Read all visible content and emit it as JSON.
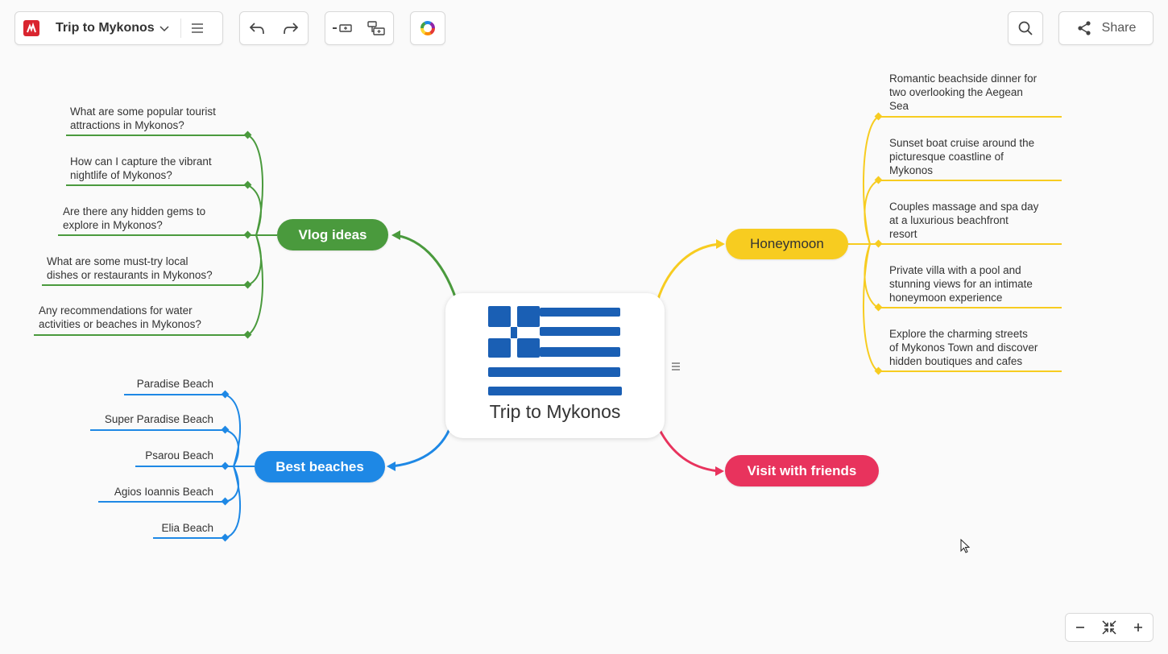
{
  "toolbar": {
    "document_title": "Trip to Mykonos",
    "share_label": "Share"
  },
  "colors": {
    "green": "#4a9a3d",
    "blue": "#1e88e5",
    "yellow": "#f7cc20",
    "red": "#e8335d",
    "flag_blue": "#1a5fb4"
  },
  "mindmap": {
    "central": {
      "title": "Trip to Mykonos",
      "image": "greek-flag"
    },
    "branches": {
      "vlog": {
        "label": "Vlog ideas",
        "items": [
          [
            "What are some popular tourist",
            "attractions in Mykonos?"
          ],
          [
            "How can I capture the vibrant",
            "nightlife of Mykonos?"
          ],
          [
            "Are there any hidden gems to",
            "explore in Mykonos?"
          ],
          [
            "What are some must-try local",
            "dishes or restaurants in Mykonos?"
          ],
          [
            "Any recommendations for water",
            "activities or beaches in Mykonos?"
          ]
        ]
      },
      "beaches": {
        "label": "Best beaches",
        "items": [
          "Paradise Beach",
          "Super Paradise Beach",
          "Psarou Beach",
          "Agios Ioannis Beach",
          "Elia Beach"
        ]
      },
      "honeymoon": {
        "label": "Honeymoon",
        "items": [
          [
            "Romantic beachside dinner for",
            "two overlooking the Aegean",
            "Sea"
          ],
          [
            "Sunset boat cruise around the",
            "picturesque coastline of",
            "Mykonos"
          ],
          [
            "Couples massage and spa day",
            "at a luxurious beachfront",
            "resort"
          ],
          [
            "Private villa with a pool and",
            "stunning views for an intimate",
            "honeymoon experience"
          ],
          [
            "Explore the charming streets",
            "of Mykonos Town and discover",
            "hidden boutiques and cafes"
          ]
        ]
      },
      "friends": {
        "label": "Visit with friends",
        "items": []
      }
    }
  }
}
